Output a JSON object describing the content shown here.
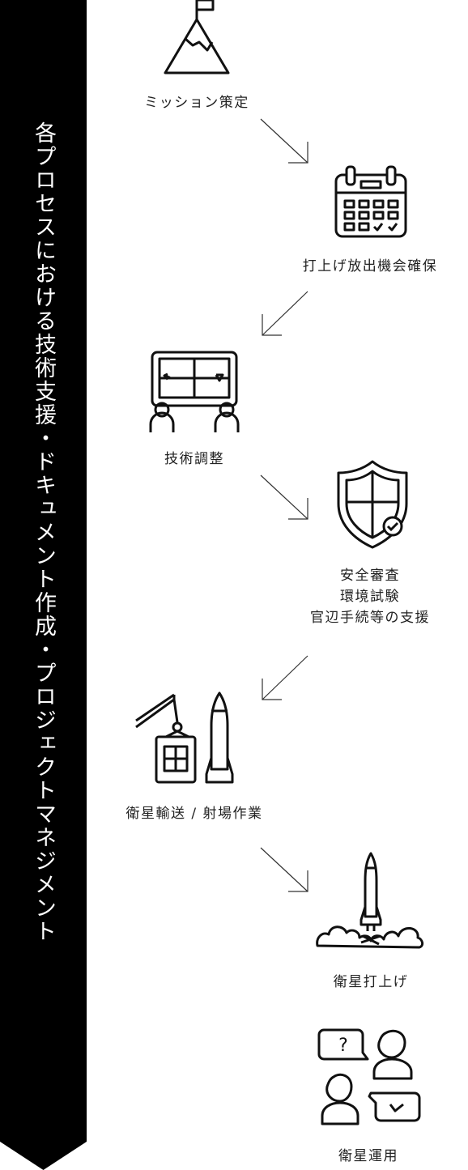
{
  "banner": {
    "text": "各プロセスにおける技術支援・ドキュメント作成・プロジェクトマネジメント"
  },
  "steps": [
    {
      "label": "ミッション策定",
      "icon": "mountain-flag-icon"
    },
    {
      "label": "打上げ放出機会確保",
      "icon": "calendar-icon"
    },
    {
      "label": "技術調整",
      "icon": "meeting-board-icon"
    },
    {
      "label_lines": [
        "安全審査",
        "環境試験",
        "官辺手続等の支援"
      ],
      "icon": "shield-icon"
    },
    {
      "label": "衛星輸送 / 射場作業",
      "icon": "crane-rocket-icon"
    },
    {
      "label": "衛星打上げ",
      "icon": "rocket-launch-icon"
    },
    {
      "label": "衛星運用",
      "icon": "operators-chat-icon"
    }
  ]
}
